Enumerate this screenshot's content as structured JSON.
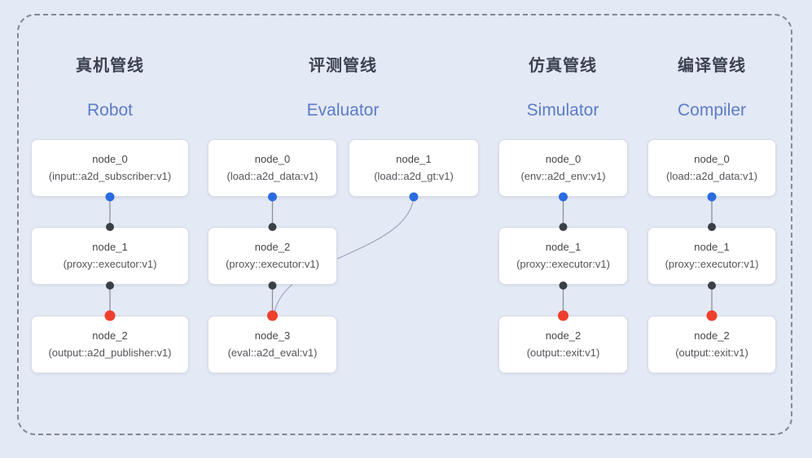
{
  "pipelines": [
    {
      "id": "robot",
      "title_zh": "真机管线",
      "title_en": "Robot",
      "nodes": [
        {
          "name": "node_0",
          "type": "(input::a2d_subscriber:v1)"
        },
        {
          "name": "node_1",
          "type": "(proxy::executor:v1)"
        },
        {
          "name": "node_2",
          "type": "(output::a2d_publisher:v1)"
        }
      ]
    },
    {
      "id": "evaluator",
      "title_zh": "评测管线",
      "title_en": "Evaluator",
      "nodes": [
        {
          "name": "node_0",
          "type": "(load::a2d_data:v1)"
        },
        {
          "name": "node_1",
          "type": "(load::a2d_gt:v1)"
        },
        {
          "name": "node_2",
          "type": "(proxy::executor:v1)"
        },
        {
          "name": "node_3",
          "type": "(eval::a2d_eval:v1)"
        }
      ]
    },
    {
      "id": "simulator",
      "title_zh": "仿真管线",
      "title_en": "Simulator",
      "nodes": [
        {
          "name": "node_0",
          "type": "(env::a2d_env:v1)"
        },
        {
          "name": "node_1",
          "type": "(proxy::executor:v1)"
        },
        {
          "name": "node_2",
          "type": "(output::exit:v1)"
        }
      ]
    },
    {
      "id": "compiler",
      "title_zh": "编译管线",
      "title_en": "Compiler",
      "nodes": [
        {
          "name": "node_0",
          "type": "(load::a2d_data:v1)"
        },
        {
          "name": "node_1",
          "type": "(proxy::executor:v1)"
        },
        {
          "name": "node_2",
          "type": "(output::exit:v1)"
        }
      ]
    }
  ],
  "colors": {
    "background": "#e4e9f6",
    "frame_dash": "#828894",
    "box_fill": "#ffffff",
    "box_border": "#d8dce4",
    "title_zh": "#3c4250",
    "title_en": "#5b7cc6",
    "node_text": "#46474c",
    "edge_line": "#8b919b",
    "edge_curve": "#a2abc0",
    "port_blue": "#2b6be0",
    "port_dark": "#3b4046",
    "port_red": "#ee3f2e"
  }
}
